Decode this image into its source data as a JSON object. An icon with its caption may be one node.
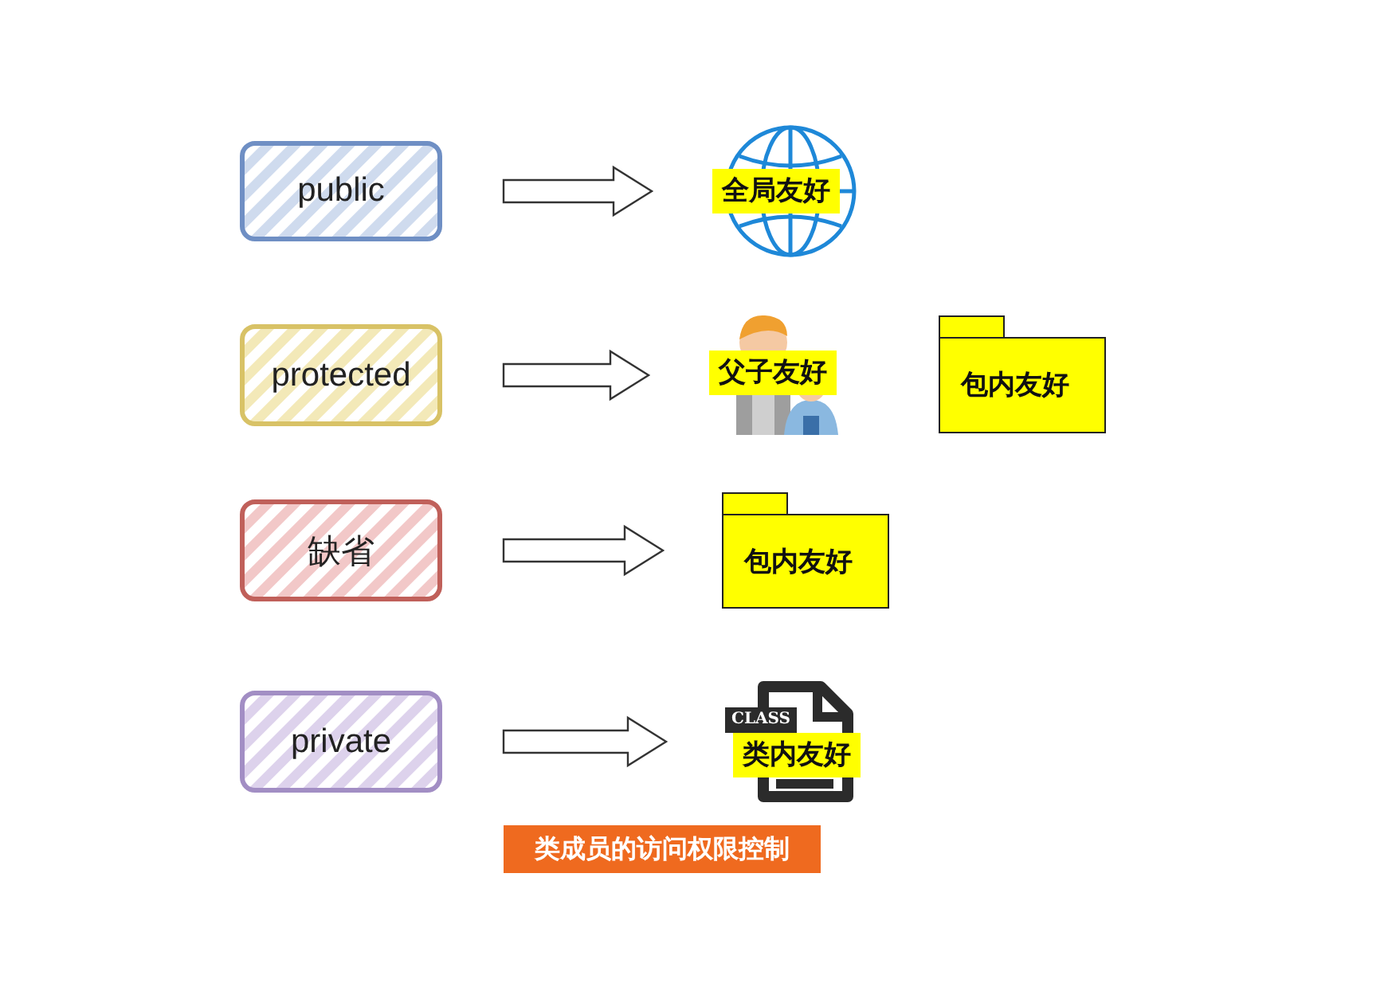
{
  "diagram": {
    "caption": "类成员的访问权限控制",
    "nodes": [
      {
        "text": [
          "public"
        ]
      },
      {
        "text": [
          "protected"
        ]
      },
      {
        "text": [
          "缺省"
        ]
      },
      {
        "text": [
          "private"
        ]
      },
      {
        "text": [
          "全局友好"
        ]
      },
      {
        "text": [
          "父子友好"
        ]
      },
      {
        "text": [
          "包内友好"
        ]
      },
      {
        "text": [
          "包内友好"
        ]
      },
      {
        "text": [
          "CLASS",
          "类内友好"
        ]
      }
    ],
    "edges": [
      {
        "from": 0,
        "to": 4,
        "arrow": "to"
      },
      {
        "from": 1,
        "to": 5,
        "arrow": "to"
      },
      {
        "from": 2,
        "to": 7,
        "arrow": "to"
      },
      {
        "from": 3,
        "to": 8,
        "arrow": "to"
      }
    ]
  }
}
